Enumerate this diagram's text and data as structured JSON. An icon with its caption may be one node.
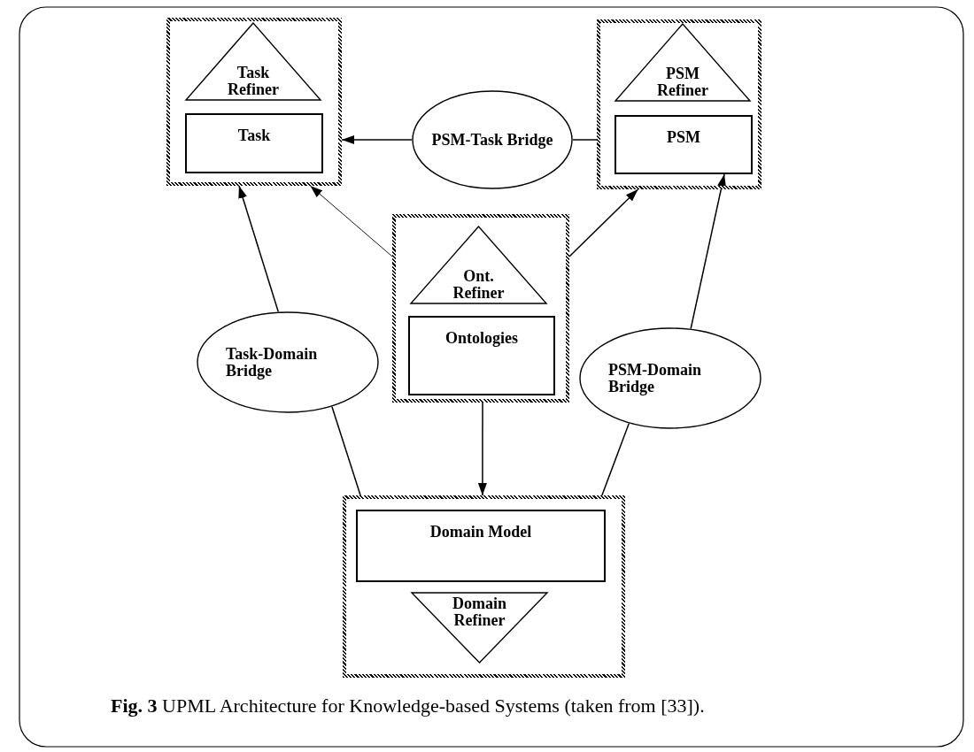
{
  "diagram": {
    "caption": "**Fig. 3** UPML Architecture for Knowledge-based Systems (taken from [33]).",
    "nodes": [
      {
        "text": [],
        "shape": "box"
      },
      {
        "text": [
          "Task Refiner"
        ],
        "in": 0
      },
      {
        "text": [
          "Task"
        ],
        "in": 0
      },
      {
        "text": [
          "PSM-Task Bridge"
        ]
      },
      {
        "text": [],
        "shape": "box"
      },
      {
        "text": [
          "PSM Refiner"
        ],
        "in": 4
      },
      {
        "text": [
          "PSM"
        ],
        "in": 4
      },
      {
        "text": [],
        "shape": "box"
      },
      {
        "text": [
          "Ont. Refiner"
        ],
        "in": 7
      },
      {
        "text": [
          "Ontologies"
        ],
        "in": 7
      },
      {
        "text": [
          "Task-Domain Bridge"
        ]
      },
      {
        "text": [
          "PSM-Domain Bridge"
        ]
      },
      {
        "text": [],
        "shape": "box"
      },
      {
        "text": [
          "Domain Model"
        ],
        "in": 12
      },
      {
        "text": [
          "Domain Refiner"
        ],
        "in": 12
      }
    ],
    "edges": [
      {
        "from": 3,
        "to": 0,
        "arrow": "to"
      },
      {
        "from": 3,
        "to": 4,
        "arrow": "none"
      },
      {
        "from": 10,
        "to": 0,
        "arrow": "to"
      },
      {
        "from": 7,
        "to": 0,
        "arrow": "to"
      },
      {
        "from": 7,
        "to": 4,
        "arrow": "to"
      },
      {
        "from": 11,
        "to": 6,
        "arrow": "to"
      },
      {
        "from": 10,
        "to": 12,
        "arrow": "none"
      },
      {
        "from": 11,
        "to": 12,
        "arrow": "none"
      },
      {
        "from": 7,
        "to": 12,
        "arrow": "to"
      }
    ]
  }
}
